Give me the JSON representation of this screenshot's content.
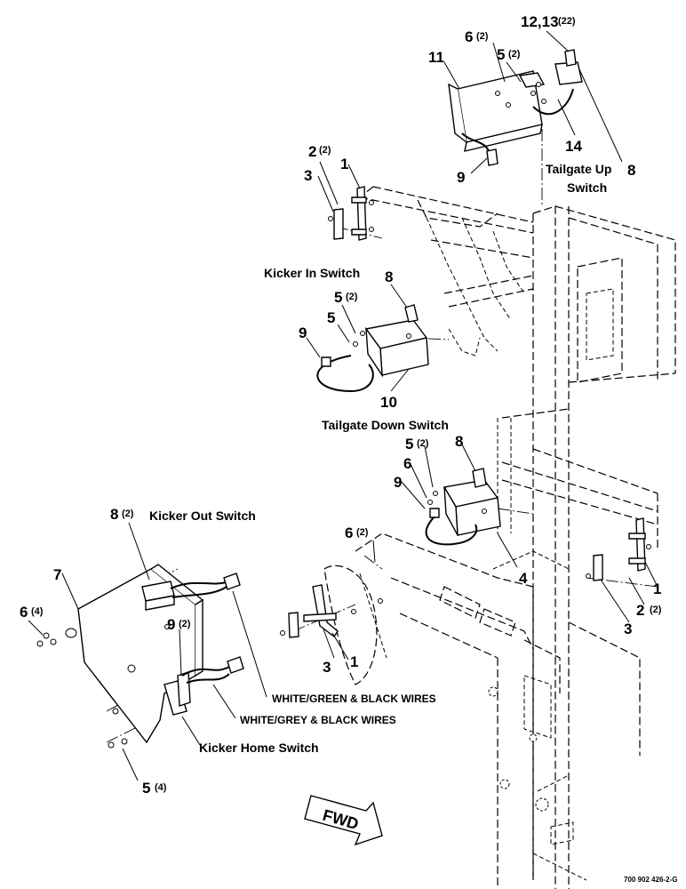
{
  "callouts": {
    "c_12_13": "12,13",
    "c_12_13_q": "(22)",
    "c_6_top": "6",
    "c_6_top_q": "(2)",
    "c_5_top": "5",
    "c_5_top_q": "(2)",
    "c_11": "11",
    "c_14": "14",
    "c_9_top": "9",
    "c_8_top": "8",
    "c_2_ul": "2",
    "c_2_ul_q": "(2)",
    "c_1_ul": "1",
    "c_3_ul": "3",
    "c_8_mid": "8",
    "c_5_mid_q_n": "5",
    "c_5_mid_q": "(2)",
    "c_5_mid": "5",
    "c_9_mid": "9",
    "c_10": "10",
    "c_5_low": "5",
    "c_5_low_q": "(2)",
    "c_8_low": "8",
    "c_6_low": "6",
    "c_9_low": "9",
    "c_4": "4",
    "c_8_ko": "8",
    "c_8_ko_q": "(2)",
    "c_6_fr": "6",
    "c_6_fr_q": "(2)",
    "c_7": "7",
    "c_6_left": "6",
    "c_6_left_q": "(4)",
    "c_9_left": "9",
    "c_9_left_q": "(2)",
    "c_3_low": "3",
    "c_1_low": "1",
    "c_1_right": "1",
    "c_2_right": "2",
    "c_2_right_q": "(2)",
    "c_3_right": "3",
    "c_5_bottom": "5",
    "c_5_bottom_q": "(4)"
  },
  "labels": {
    "tailgate_up": "Tailgate Up",
    "switch": "Switch",
    "kicker_in": "Kicker In Switch",
    "tailgate_down": "Tailgate Down Switch",
    "kicker_out": "Kicker Out Switch",
    "wires_green": "WHITE/GREEN & BLACK WIRES",
    "wires_grey": "WHITE/GREY & BLACK WIRES",
    "kicker_home": "Kicker Home Switch",
    "fwd": "FWD",
    "drawing_code": "700 902 426-2-G"
  }
}
